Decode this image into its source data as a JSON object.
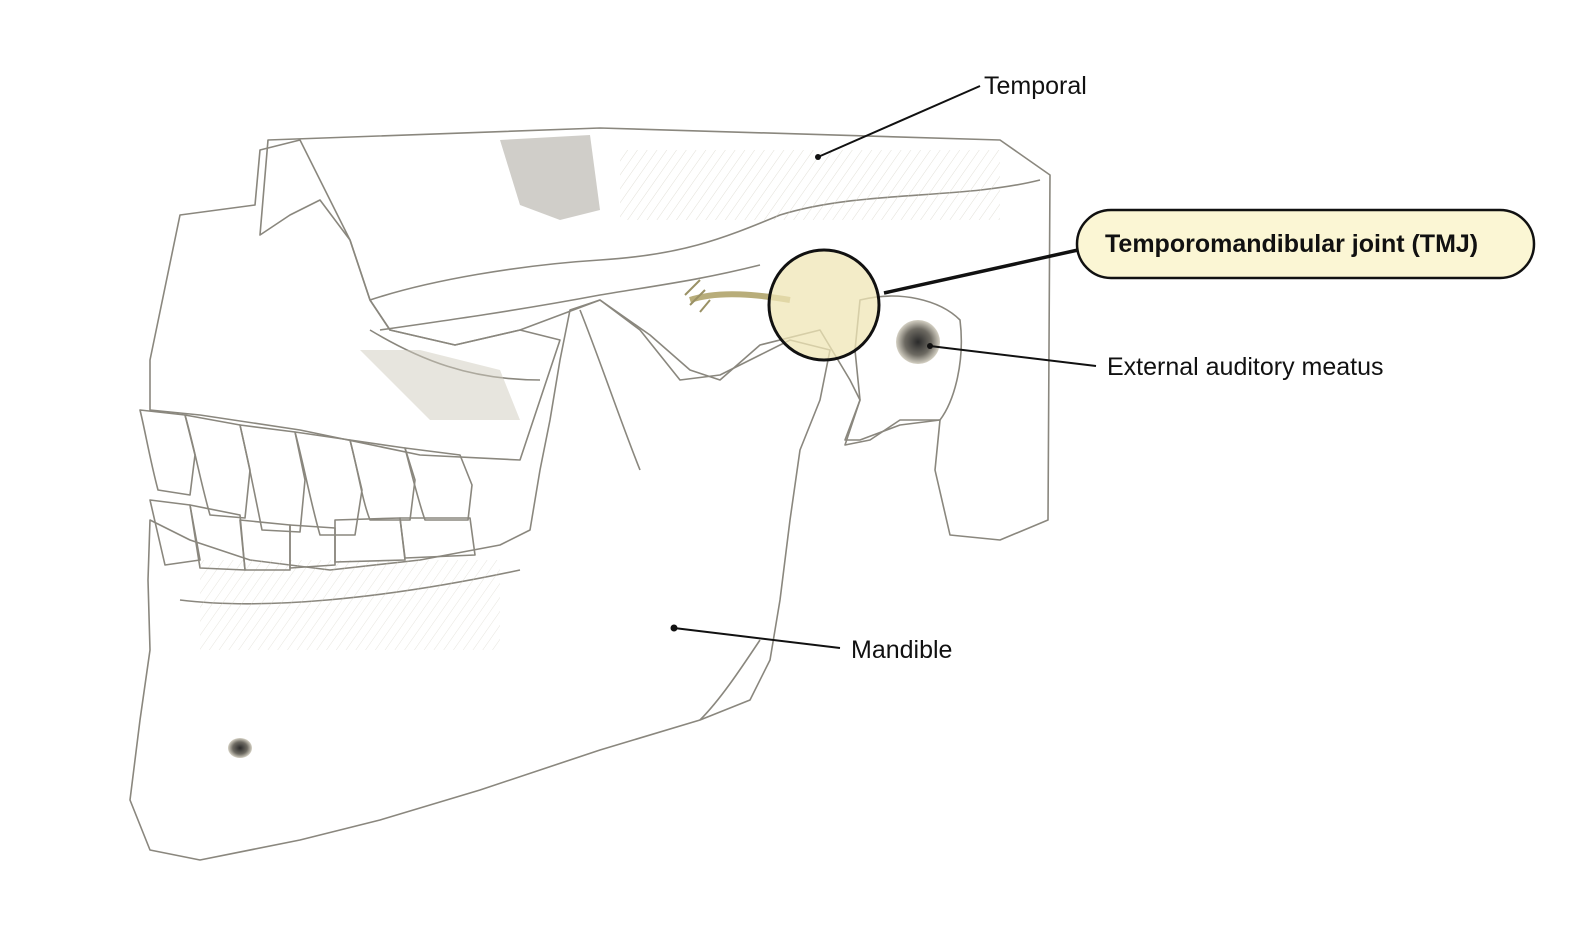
{
  "labels": {
    "temporal": "Temporal",
    "tmj": "Temporomandibular joint (TMJ)",
    "external_auditory_meatus": "External auditory meatus",
    "mandible": "Mandible"
  },
  "colors": {
    "bone_fill": "#f1eee3",
    "bone_shadow": "#d8d4c6",
    "bone_outline": "#8a877e",
    "highlight_fill": "#fbf6d4",
    "highlight_stroke": "#111111",
    "joint_fill": "#e8e0b4",
    "leader_line": "#111111",
    "background": "#ffffff"
  }
}
